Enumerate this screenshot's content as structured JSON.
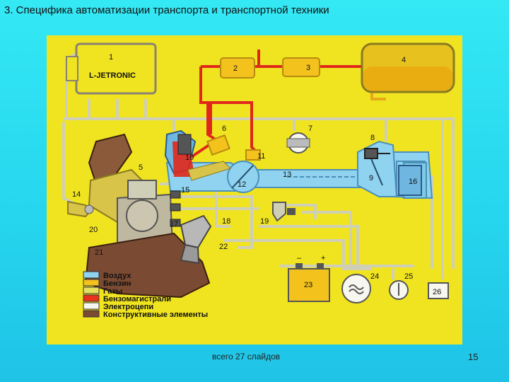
{
  "slide": {
    "title": "3. Специфика автоматизации транспорта и транспортной техники",
    "footer": "всего 27 слайдов",
    "page_number": "15"
  },
  "diagram": {
    "control_unit_label": "L-JETRONIC",
    "component_numbers": [
      "1",
      "2",
      "3",
      "4",
      "5",
      "6",
      "7",
      "8",
      "9",
      "10",
      "11",
      "12",
      "13",
      "14",
      "15",
      "16",
      "17",
      "18",
      "19",
      "20",
      "21",
      "22",
      "23",
      "24",
      "25",
      "26"
    ],
    "battery_minus": "–",
    "battery_plus": "+",
    "legend": [
      {
        "label": "Воздух",
        "color": "#8fd3f0"
      },
      {
        "label": "Бензин",
        "color": "#f3c21c"
      },
      {
        "label": "Газы",
        "color": "#e6e060"
      },
      {
        "label": "Бензомагистрали",
        "color": "#e8321e"
      },
      {
        "label": "Электроцепи",
        "color": "#f7f7f0"
      },
      {
        "label": "Конструктивные элементы",
        "color": "#7a4a32"
      }
    ]
  }
}
